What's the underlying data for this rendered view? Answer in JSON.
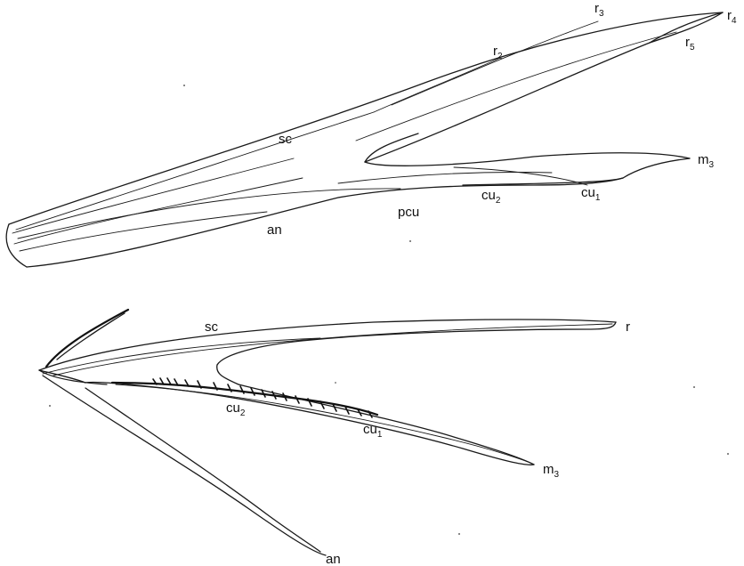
{
  "upper_wing": {
    "labels": {
      "sc": "sc",
      "r2": {
        "base": "r",
        "sub": "2"
      },
      "r3": {
        "base": "r",
        "sub": "3"
      },
      "r4": {
        "base": "r",
        "sub": "4"
      },
      "r5": {
        "base": "r",
        "sub": "5"
      },
      "m3": {
        "base": "m",
        "sub": "3"
      },
      "cu1": {
        "base": "cu",
        "sub": "1"
      },
      "cu2": {
        "base": "cu",
        "sub": "2"
      },
      "pcu": "pcu",
      "an": "an"
    }
  },
  "lower_wing": {
    "labels": {
      "sc": "sc",
      "r": "r",
      "cu2": {
        "base": "cu",
        "sub": "2"
      },
      "cu1": {
        "base": "cu",
        "sub": "1"
      },
      "m3": {
        "base": "m",
        "sub": "3"
      },
      "an": "an"
    }
  }
}
